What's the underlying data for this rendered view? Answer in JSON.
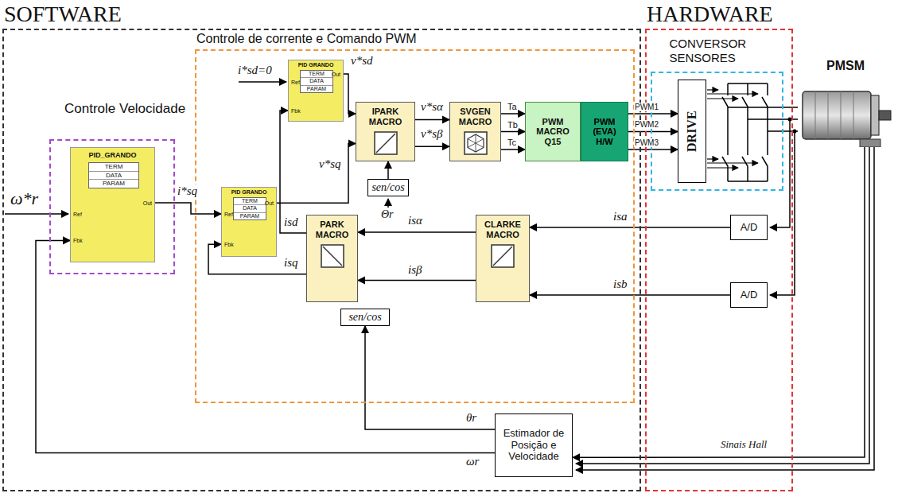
{
  "diagram": {
    "nodes": [
      {
        "text": [
          "SOFTWARE"
        ]
      },
      {
        "text": [
          "Controle Velocidade"
        ],
        "in": 0
      },
      {
        "text": [
          "PID_GRANDO",
          "TERM",
          "DATA",
          "PARAM",
          "Ref",
          "Fbk",
          "Out"
        ],
        "in": 1
      },
      {
        "text": [
          "Controle de corrente e Comando PWM"
        ],
        "in": 0
      },
      {
        "text": [
          "PID GRANDO",
          "TERM",
          "DATA",
          "PARAM",
          "Ref",
          "Fbk",
          "Out"
        ],
        "in": 3
      },
      {
        "text": [
          "PID GRANDO",
          "TERM",
          "DATA",
          "PARAM",
          "Ref",
          "Fbk",
          "Out"
        ],
        "in": 3
      },
      {
        "text": [
          "IPARK MACRO"
        ],
        "in": 3
      },
      {
        "text": [
          "SVGEN MACRO"
        ],
        "in": 3
      },
      {
        "text": [
          "PWM MACRO",
          "Q15"
        ],
        "in": 3
      },
      {
        "text": [
          "PWM (EVA)",
          "H/W"
        ],
        "in": 3
      },
      {
        "text": [
          "sen/cos"
        ],
        "in": 3
      },
      {
        "text": [
          "PARK MACRO"
        ],
        "in": 3
      },
      {
        "text": [
          "CLARKE MACRO"
        ],
        "in": 3
      },
      {
        "text": [
          "sen/cos"
        ],
        "in": 3
      },
      {
        "text": [
          "Estimador de Posição e Velocidade"
        ],
        "in": 0
      },
      {
        "text": [
          "HARDWARE"
        ]
      },
      {
        "text": [
          "CONVERSOR SENSORES"
        ],
        "in": 15
      },
      {
        "text": [
          "DRIVE"
        ],
        "in": 16
      },
      {
        "text": [
          "A/D"
        ],
        "in": 15
      },
      {
        "text": [
          "A/D"
        ],
        "in": 15
      },
      {
        "text": [
          "PMSM"
        ]
      }
    ],
    "edges": [
      {
        "from": 2,
        "to": 4,
        "arrow": "to",
        "label": "i*sq"
      },
      {
        "from": 4,
        "to": 6,
        "arrow": "to",
        "label": "v*sq"
      },
      {
        "from": 5,
        "to": 6,
        "arrow": "to",
        "label": "v*sd"
      },
      {
        "from": 6,
        "to": 7,
        "arrow": "to",
        "label": "v*sα"
      },
      {
        "from": 6,
        "to": 7,
        "arrow": "to",
        "label": "v*sβ"
      },
      {
        "from": 7,
        "to": 8,
        "arrow": "to",
        "label": "Ta"
      },
      {
        "from": 7,
        "to": 8,
        "arrow": "to",
        "label": "Tb"
      },
      {
        "from": 7,
        "to": 8,
        "arrow": "to",
        "label": "Tc"
      },
      {
        "from": 9,
        "to": 17,
        "arrow": "to",
        "label": "PWM1"
      },
      {
        "from": 9,
        "to": 17,
        "arrow": "to",
        "label": "PWM2"
      },
      {
        "from": 9,
        "to": 17,
        "arrow": "to",
        "label": "PWM3"
      },
      {
        "from": 10,
        "to": 6,
        "arrow": "to"
      },
      {
        "from": 12,
        "to": 11,
        "arrow": "to",
        "label": "isα"
      },
      {
        "from": 12,
        "to": 11,
        "arrow": "to",
        "label": "isβ"
      },
      {
        "from": 11,
        "to": 5,
        "arrow": "to",
        "label": "isd"
      },
      {
        "from": 11,
        "to": 4,
        "arrow": "to",
        "label": "isq"
      },
      {
        "from": 18,
        "to": 12,
        "arrow": "to",
        "label": "isa"
      },
      {
        "from": 19,
        "to": 12,
        "arrow": "to",
        "label": "isb"
      },
      {
        "from": 16,
        "to": 20,
        "arrow": "none"
      },
      {
        "from": 16,
        "to": 20,
        "arrow": "none"
      },
      {
        "from": 16,
        "to": 20,
        "arrow": "none"
      },
      {
        "from": 20,
        "to": 14,
        "arrow": "to",
        "label": "Sinais Hall"
      },
      {
        "from": 14,
        "to": 13,
        "arrow": "to",
        "label": "θr"
      },
      {
        "from": 14,
        "to": 2,
        "arrow": "to",
        "label": "ωr"
      }
    ],
    "labels": [
      "ω*r",
      "i*sd=0",
      "Θr"
    ]
  }
}
